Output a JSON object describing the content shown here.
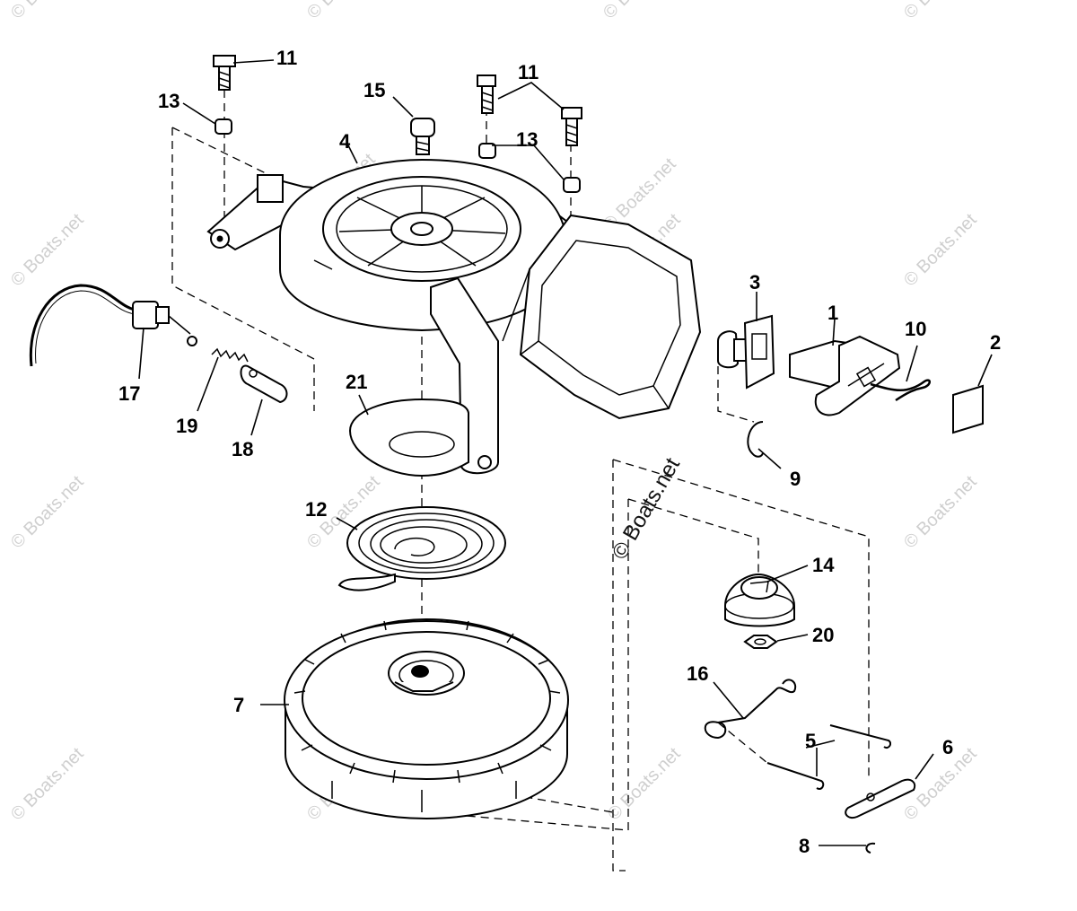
{
  "watermark": "© Boats.net",
  "center_watermark": "© Boats.net",
  "callouts": {
    "c1": "1",
    "c2": "2",
    "c3": "3",
    "c4": "4",
    "c5": "5",
    "c6": "6",
    "c7": "7",
    "c8": "8",
    "c9": "9",
    "c10": "10",
    "c11a": "11",
    "c11b": "11",
    "c12": "12",
    "c13a": "13",
    "c13b": "13",
    "c14": "14",
    "c15": "15",
    "c16": "16",
    "c17": "17",
    "c18": "18",
    "c19": "19",
    "c20": "20",
    "c21": "21"
  }
}
